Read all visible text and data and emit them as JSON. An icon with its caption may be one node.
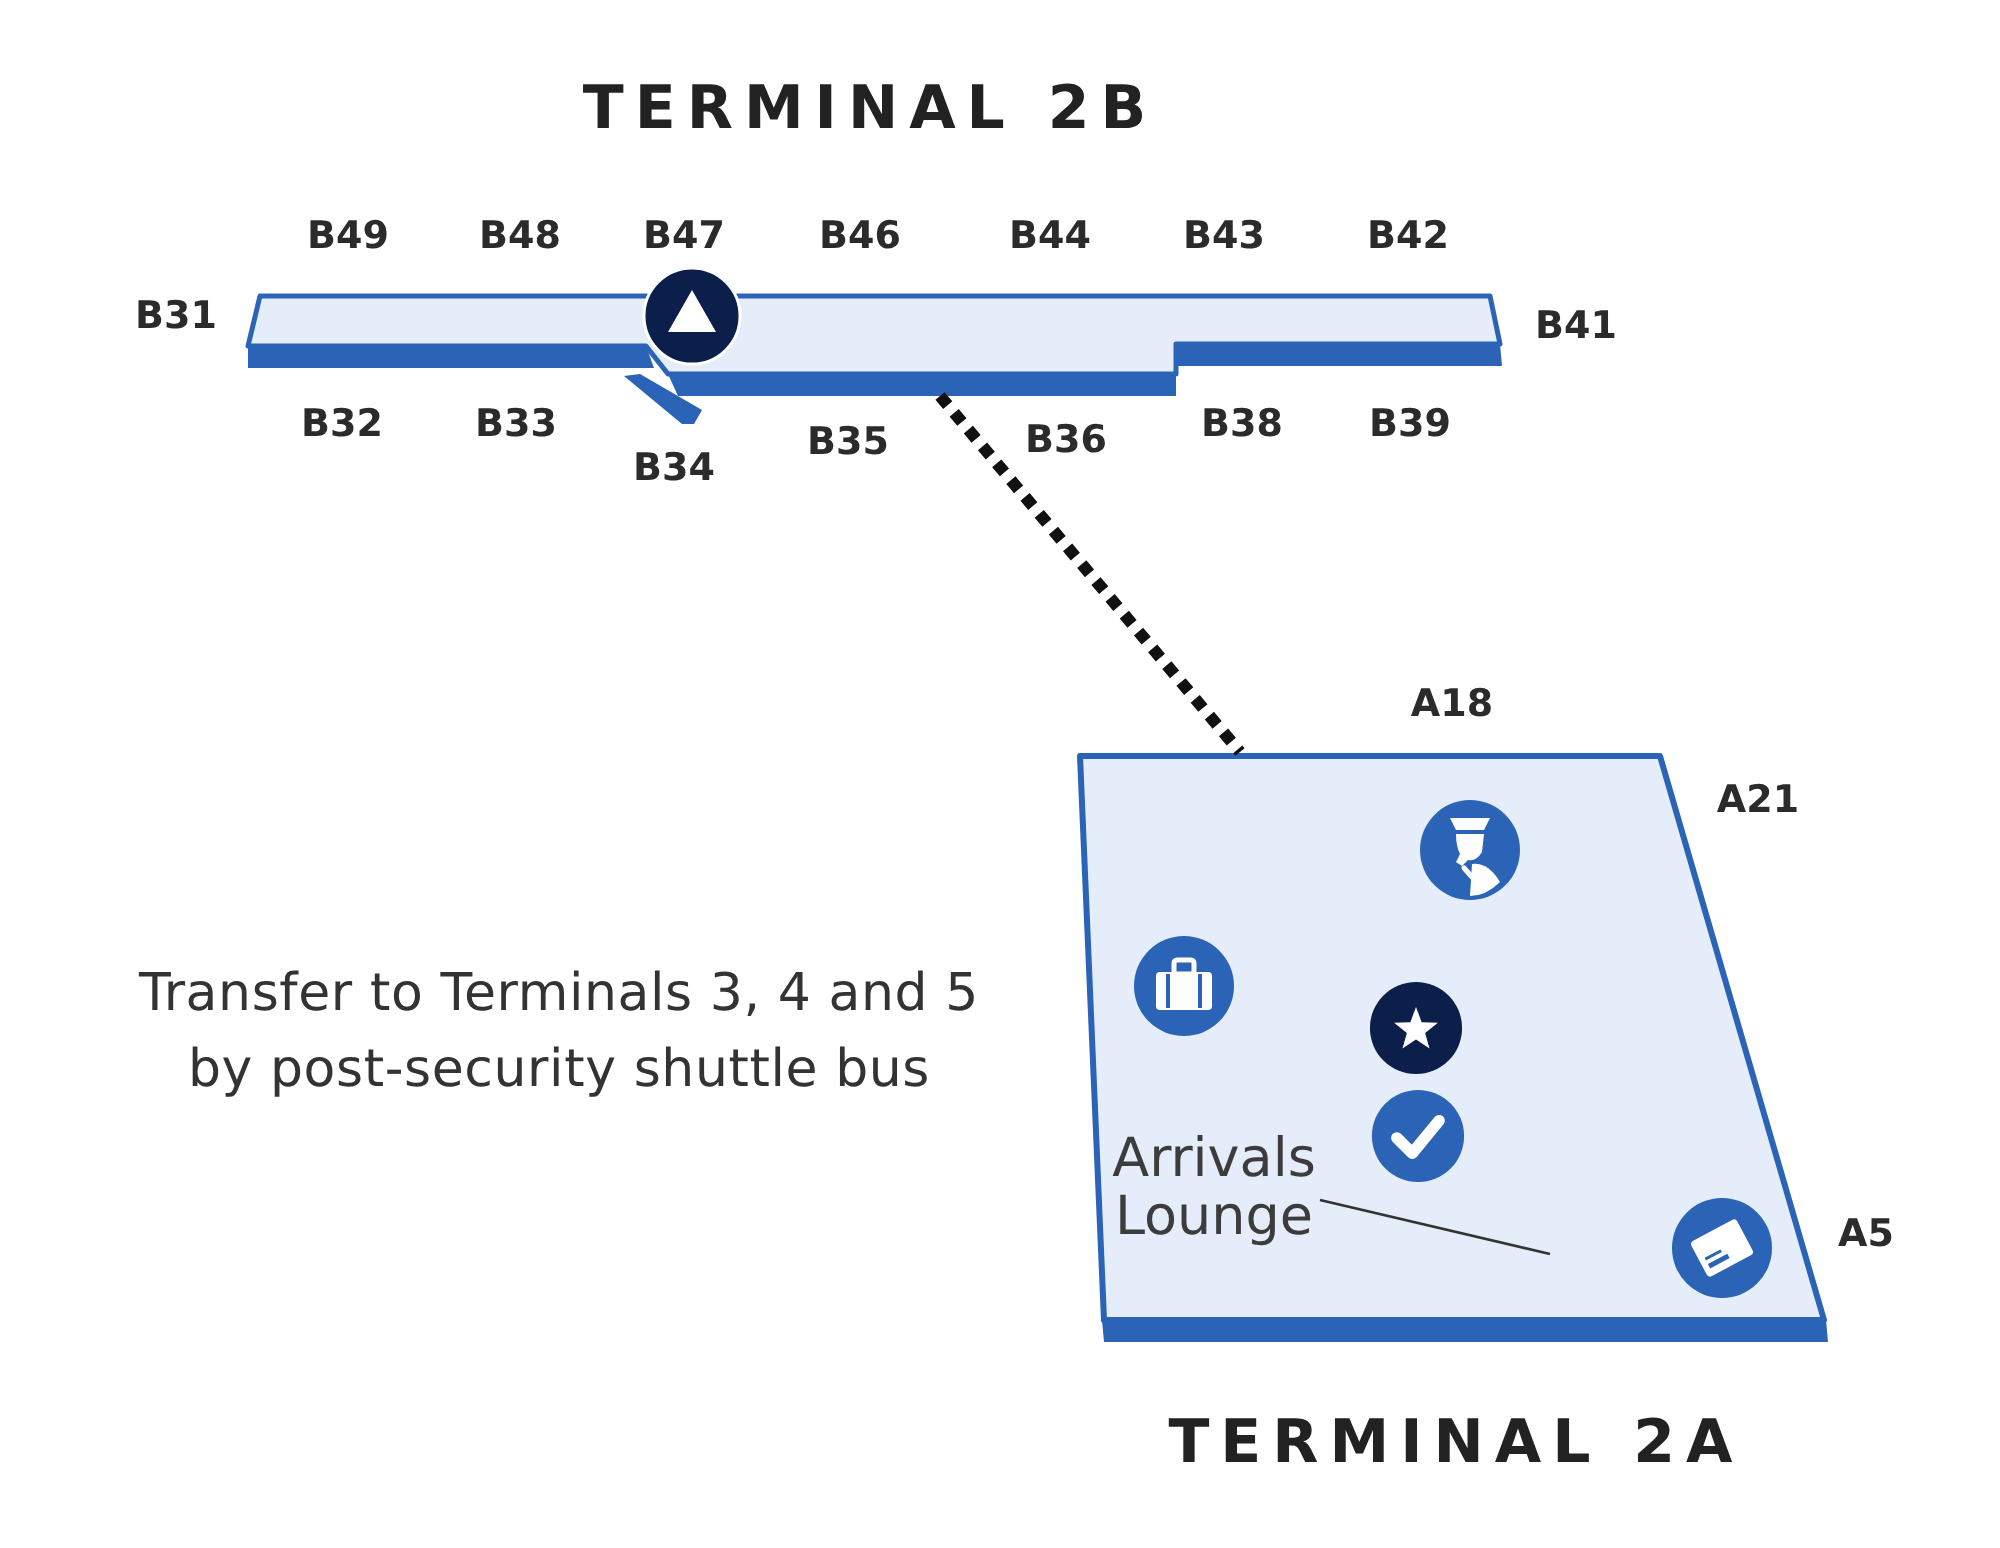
{
  "diagram": {
    "nodes": [
      {
        "text": [
          "TERMINAL 2B"
        ]
      },
      {
        "text": [
          "TERMINAL 2A"
        ]
      },
      {
        "text": [
          "Arrivals Lounge"
        ],
        "in": 1
      }
    ],
    "edges": [
      {
        "from": 0,
        "to": 1,
        "arrow": "none",
        "style": "dashed"
      },
      {
        "from": 2,
        "to": 1,
        "arrow": "none"
      }
    ],
    "labels": [
      "B49",
      "B48",
      "B47",
      "B46",
      "B44",
      "B43",
      "B42",
      "B31",
      "B41",
      "B32",
      "B33",
      "B34",
      "B35",
      "B36",
      "B38",
      "B39",
      "A18",
      "A21",
      "Transfer to Terminals 3, 4 and 5 by post-security shuttle bus",
      "A5"
    ]
  }
}
